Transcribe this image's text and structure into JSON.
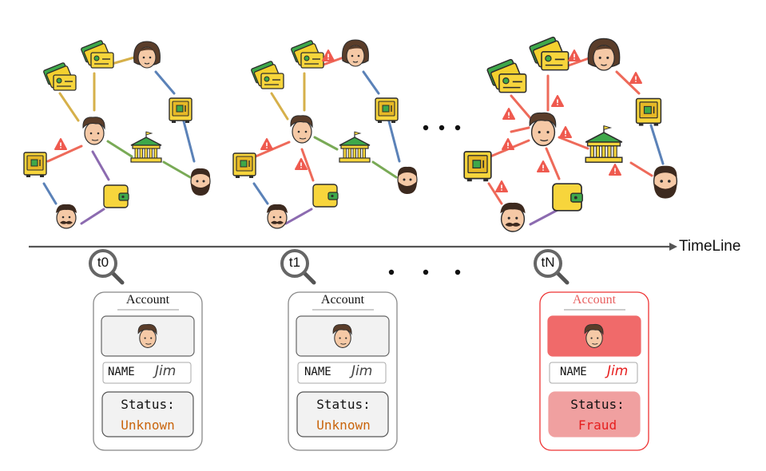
{
  "timeline": {
    "label": "TimeLine",
    "markers": [
      {
        "label": "t0"
      },
      {
        "label": "t1"
      },
      {
        "label": "tN"
      }
    ]
  },
  "colors": {
    "edge_yellow": "#d6b04a",
    "edge_blue": "#5b82b8",
    "edge_red": "#ee6a5a",
    "edge_green": "#79aa56",
    "edge_purple": "#8c6bb0",
    "unknown": "#c9650c",
    "fraud": "#e61e1e",
    "fraud_fill": "#f06a6a",
    "fraud_status_fill": "#f0a0a0"
  },
  "cards": [
    {
      "title": "Account",
      "name_label": "NAME",
      "name_value": "Jim",
      "status_label": "Status:",
      "status_value": "Unknown",
      "state": "normal"
    },
    {
      "title": "Account",
      "name_label": "NAME",
      "name_value": "Jim",
      "status_label": "Status:",
      "status_value": "Unknown",
      "state": "normal"
    },
    {
      "title": "Account",
      "name_label": "NAME",
      "name_value": "Jim",
      "status_label": "Status:",
      "status_value": "Fraud",
      "state": "fraud"
    }
  ],
  "icons": [
    "credit-card-icon",
    "woman-avatar-icon",
    "man-avatar-icon",
    "safe-icon",
    "bank-icon",
    "wallet-icon",
    "bearded-man-icon",
    "mustache-man-icon",
    "warning-icon"
  ]
}
